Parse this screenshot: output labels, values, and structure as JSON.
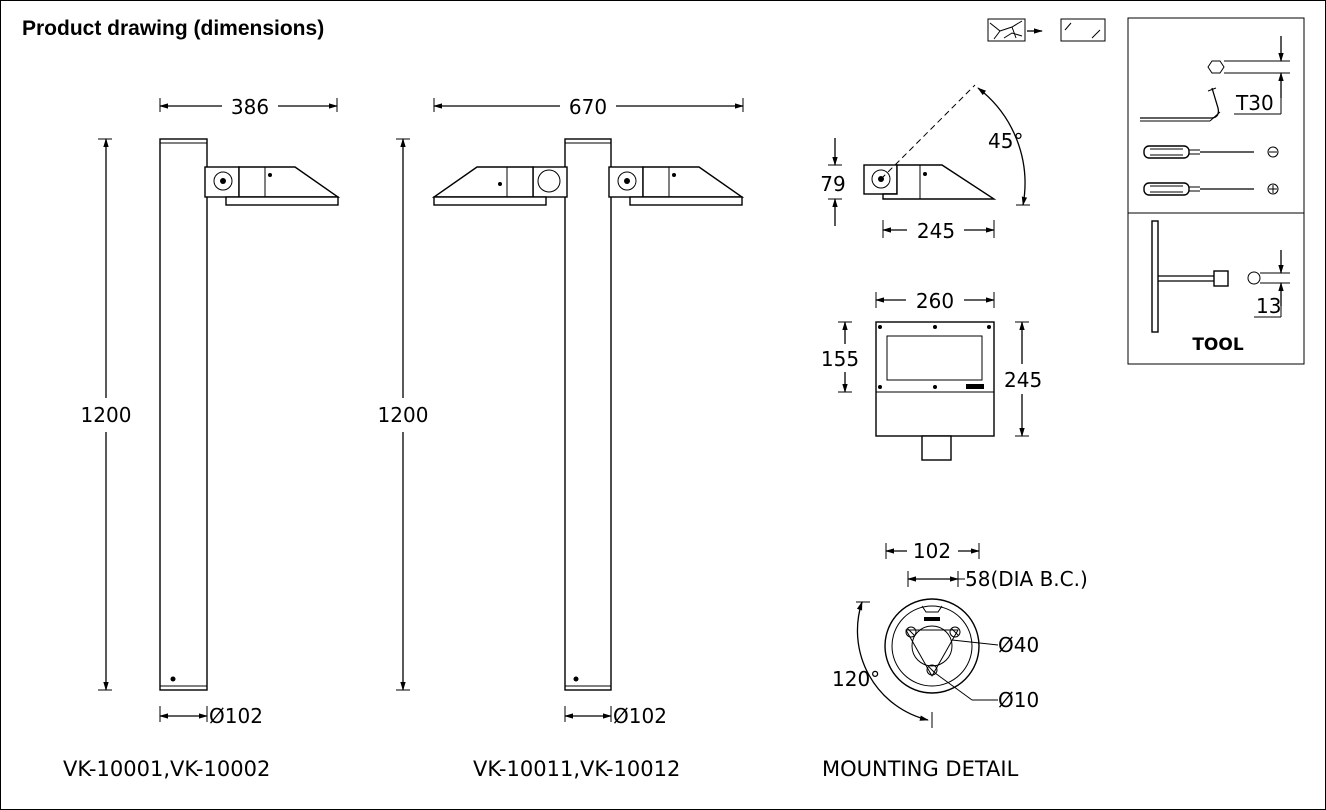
{
  "title": "Product drawing (dimensions)",
  "captions": {
    "single": "VK-10001,VK-10002",
    "double": "VK-10011,VK-10012",
    "mounting": "MOUNTING DETAIL"
  },
  "dims": {
    "single_width": "386",
    "double_width": "670",
    "height_single": "1200",
    "height_double": "1200",
    "pole_dia_single": "Ø102",
    "pole_dia_double": "Ø102",
    "angle_tilt": "45°",
    "head_height": "79",
    "head_length": "245",
    "front_width": "260",
    "front_window_height": "155",
    "front_height": "245",
    "base_dia": "102",
    "bolt_circle": "58(DIA B.C.)",
    "center_hole": "Ø40",
    "bolt_hole": "Ø10",
    "bolt_angle": "120°"
  },
  "tool": {
    "torx_size": "T30",
    "socket_size": "13",
    "label": "TOOL"
  },
  "icons": [
    "broken-glass-icon",
    "arrow-right-icon",
    "glass-pane-icon",
    "hex-key-icon",
    "flat-screwdriver-icon",
    "phillips-screwdriver-icon",
    "t-wrench-icon"
  ]
}
